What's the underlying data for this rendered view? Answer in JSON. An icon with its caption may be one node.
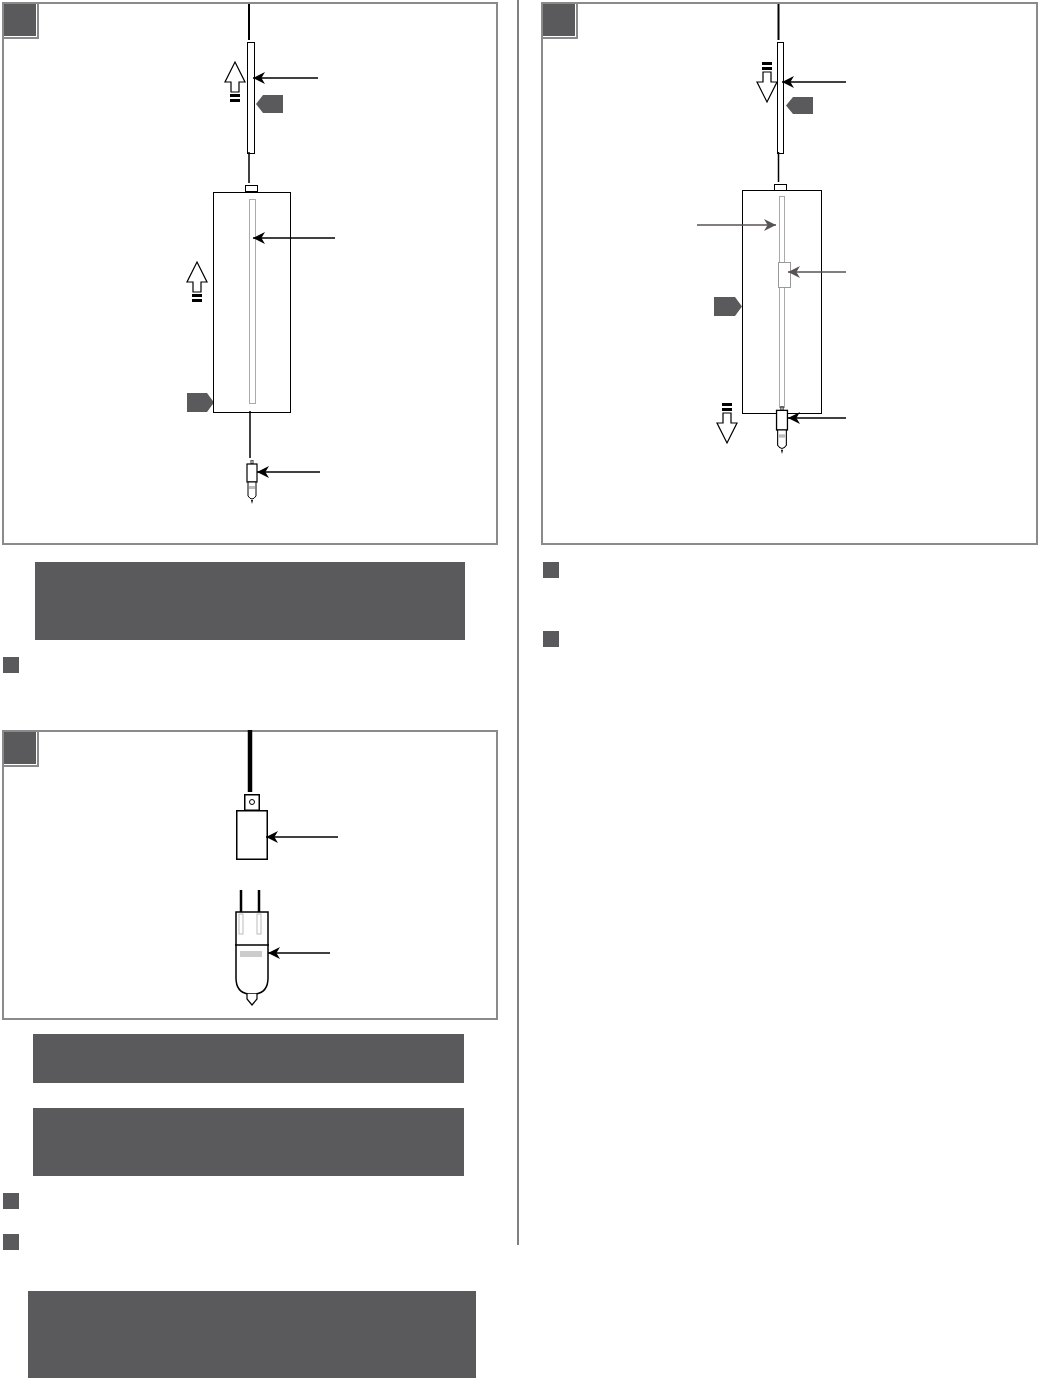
{
  "diagram": {
    "nodes": [
      {
        "text": [],
        "shape": "box"
      },
      {
        "text": [],
        "shape": "box"
      },
      {
        "text": [],
        "shape": "box"
      },
      {
        "text": [],
        "shape": "bar",
        "in": 0
      },
      {
        "text": [],
        "shape": "box",
        "in": 0
      },
      {
        "text": [],
        "shape": "bar",
        "in": 4
      },
      {
        "text": [],
        "shape": "picture",
        "in": 0
      },
      {
        "text": [],
        "shape": "bar",
        "in": 1
      },
      {
        "text": [],
        "shape": "box",
        "in": 1
      },
      {
        "text": [],
        "shape": "bar",
        "in": 8
      },
      {
        "text": [],
        "shape": "box",
        "in": 8
      },
      {
        "text": [],
        "shape": "picture",
        "in": 1
      },
      {
        "text": [],
        "shape": "box",
        "in": 2
      },
      {
        "text": [],
        "shape": "picture",
        "in": 2
      },
      {
        "text": [],
        "shape": "banner"
      },
      {
        "text": [],
        "shape": "banner"
      },
      {
        "text": [],
        "shape": "banner"
      },
      {
        "text": [],
        "shape": "banner"
      },
      {
        "text": [],
        "shape": "box",
        "in": 0
      },
      {
        "text": [],
        "shape": "box",
        "in": 1
      }
    ],
    "edges": [
      {
        "from": null,
        "to": 3,
        "arrow": "to"
      },
      {
        "from": null,
        "to": 5,
        "arrow": "to"
      },
      {
        "from": null,
        "to": 6,
        "arrow": "to"
      },
      {
        "from": null,
        "to": 7,
        "arrow": "to"
      },
      {
        "from": null,
        "to": 9,
        "arrow": "to",
        "color": "#5a5353"
      },
      {
        "from": null,
        "to": 10,
        "arrow": "to",
        "color": "#5a5353"
      },
      {
        "from": null,
        "to": 11,
        "arrow": "to"
      },
      {
        "from": null,
        "to": 12,
        "arrow": "to"
      },
      {
        "from": null,
        "to": 13,
        "arrow": "to"
      },
      {
        "from": 3,
        "to": 18,
        "arrow": "none"
      },
      {
        "from": 4,
        "to": 6,
        "arrow": "none"
      },
      {
        "from": 7,
        "to": 19,
        "arrow": "none"
      },
      {
        "from": 2,
        "to": 12,
        "arrow": "none",
        "style": "thick"
      }
    ]
  }
}
